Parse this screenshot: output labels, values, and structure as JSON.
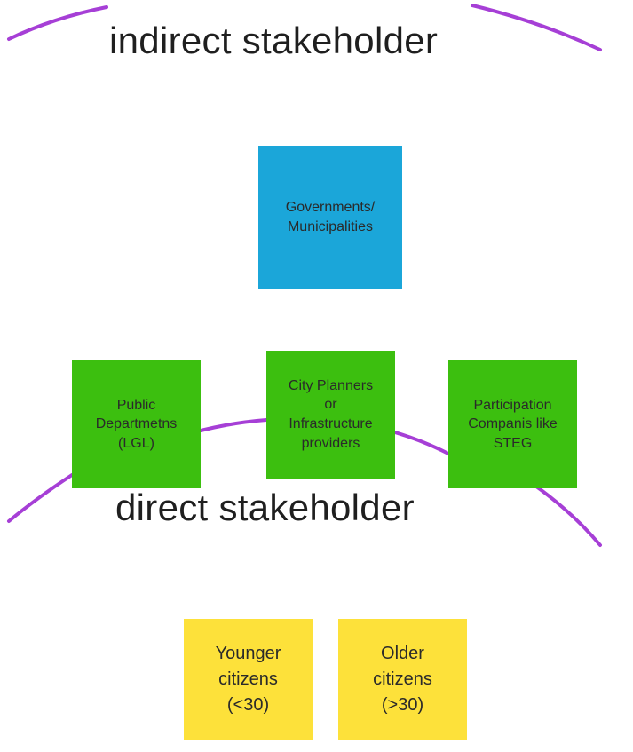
{
  "colors": {
    "ring": "#a63fd6",
    "sticky_blue": "#1ba6d9",
    "sticky_green": "#3cbf0f",
    "sticky_yellow": "#fde13a",
    "text": "#1f1f1f"
  },
  "zones": {
    "indirect": {
      "title": "indirect stakeholder"
    },
    "direct": {
      "title": "direct stakeholder"
    }
  },
  "stickies": {
    "governments": {
      "text": "Governments/\nMunicipalities",
      "color": "blue"
    },
    "public_departments": {
      "text": "Public\nDepartmetns\n(LGL)",
      "color": "green"
    },
    "city_planners": {
      "text": "City Planners\nor\nInfrastructure\nproviders",
      "color": "green"
    },
    "participation_companies": {
      "text": "Participation\nCompanis like\nSTEG",
      "color": "green"
    },
    "younger_citizens": {
      "text": "Younger\ncitizens\n(<30)",
      "color": "yellow"
    },
    "older_citizens": {
      "text": "Older\ncitizens\n(>30)",
      "color": "yellow"
    }
  }
}
